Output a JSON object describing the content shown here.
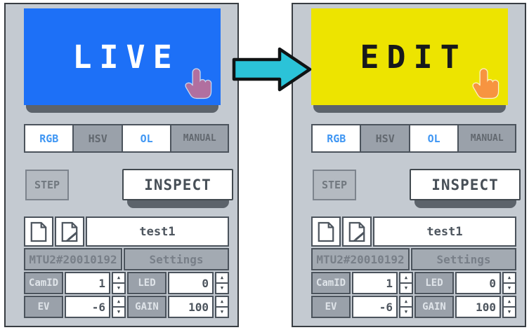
{
  "colors": {
    "live_bg": "#1d70f7",
    "edit_bg": "#ede400",
    "arrow_cyan": "#2bc3d8",
    "panel_bg": "#c4cad1",
    "tab_active_text": "#3f96f3",
    "shadow_grey": "#5c636b",
    "live_cursor": "#b16f9f",
    "edit_cursor": "#f79440"
  },
  "icons": {
    "spinner_up": "▲",
    "spinner_down": "▼"
  },
  "left": {
    "mode_label": "LIVE",
    "tabs": [
      {
        "label": "RGB",
        "active": true
      },
      {
        "label": "HSV",
        "active": false
      },
      {
        "label": "OL",
        "active": true
      },
      {
        "label": "MANUAL",
        "active": false
      }
    ],
    "step_label": "STEP",
    "inspect_label": "INSPECT",
    "filename": "test1",
    "device_id": "MTU2#20010192",
    "settings_label": "Settings",
    "params": [
      {
        "label": "CamID",
        "value": "1"
      },
      {
        "label": "LED",
        "value": "0"
      },
      {
        "label": "EV",
        "value": "-6"
      },
      {
        "label": "GAIN",
        "value": "100"
      }
    ]
  },
  "right": {
    "mode_label": "EDIT",
    "tabs": [
      {
        "label": "RGB",
        "active": true
      },
      {
        "label": "HSV",
        "active": false
      },
      {
        "label": "OL",
        "active": true
      },
      {
        "label": "MANUAL",
        "active": false
      }
    ],
    "step_label": "STEP",
    "inspect_label": "INSPECT",
    "filename": "test1",
    "device_id": "MTU2#20010192",
    "settings_label": "Settings",
    "params": [
      {
        "label": "CamID",
        "value": "1"
      },
      {
        "label": "LED",
        "value": "0"
      },
      {
        "label": "EV",
        "value": "-6"
      },
      {
        "label": "GAIN",
        "value": "100"
      }
    ]
  }
}
